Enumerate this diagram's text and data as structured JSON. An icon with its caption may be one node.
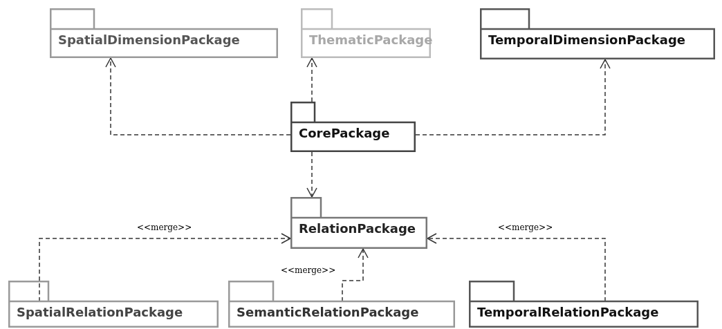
{
  "diagram": {
    "nodes": [
      {
        "text": [
          "SpatialDimensionPackage"
        ]
      },
      {
        "text": [
          "ThematicPackage"
        ]
      },
      {
        "text": [
          "TemporalDimensionPackage"
        ]
      },
      {
        "text": [
          "CorePackage"
        ]
      },
      {
        "text": [
          "RelationPackage"
        ]
      },
      {
        "text": [
          "SpatialRelationPackage"
        ]
      },
      {
        "text": [
          "SemanticRelationPackage"
        ]
      },
      {
        "text": [
          "TemporalRelationPackage"
        ]
      }
    ],
    "edges": [
      {
        "from": 3,
        "to": 0,
        "arrow": "to",
        "style": "dashed"
      },
      {
        "from": 3,
        "to": 1,
        "arrow": "to",
        "style": "dashed"
      },
      {
        "from": 3,
        "to": 2,
        "arrow": "to",
        "style": "dashed"
      },
      {
        "from": 3,
        "to": 4,
        "arrow": "to",
        "style": "dashed"
      },
      {
        "from": 5,
        "to": 4,
        "arrow": "to",
        "style": "dashed",
        "label": "<<merge>>"
      },
      {
        "from": 6,
        "to": 4,
        "arrow": "to",
        "style": "dashed",
        "label": "<<merge>>"
      },
      {
        "from": 7,
        "to": 4,
        "arrow": "to",
        "style": "dashed",
        "label": "<<merge>>"
      }
    ]
  }
}
